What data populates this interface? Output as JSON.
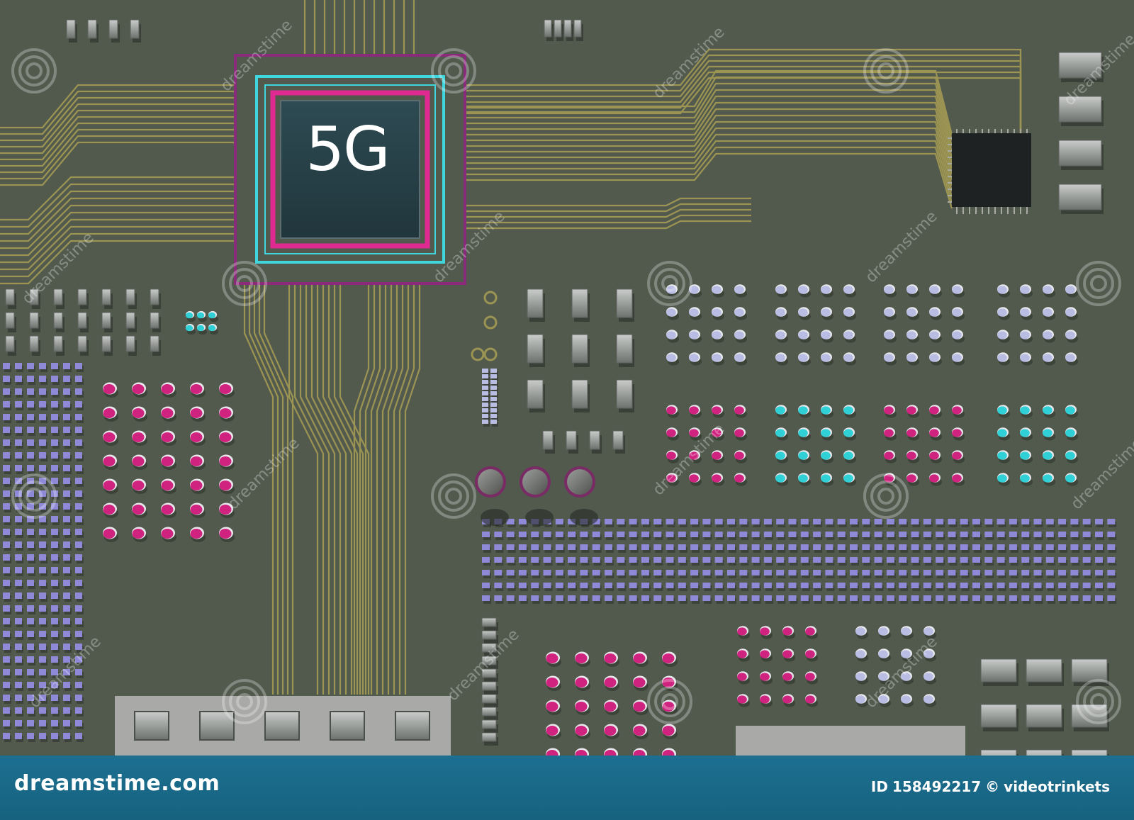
{
  "chip": {
    "label": "5G"
  },
  "footer": {
    "brand": "dreamstime.com",
    "id_prefix": "ID",
    "id_number": "158492217",
    "copyright_symbol": "©",
    "author": "videotrinkets"
  },
  "watermark": {
    "text": "dreamstime"
  },
  "colors": {
    "board": "#525a4e",
    "trace": "#9c9452",
    "chip_frame_outer": "#8a2a7a",
    "chip_frame_mid": "#3fd6dd",
    "chip_frame_inner": "#e02a92",
    "pad_magenta": "#d0237f",
    "pad_cyan": "#2fd0d6",
    "pad_lavender": "#b9bde4",
    "pad_violet": "#8f8ad8",
    "footer": "#1d6f91"
  }
}
